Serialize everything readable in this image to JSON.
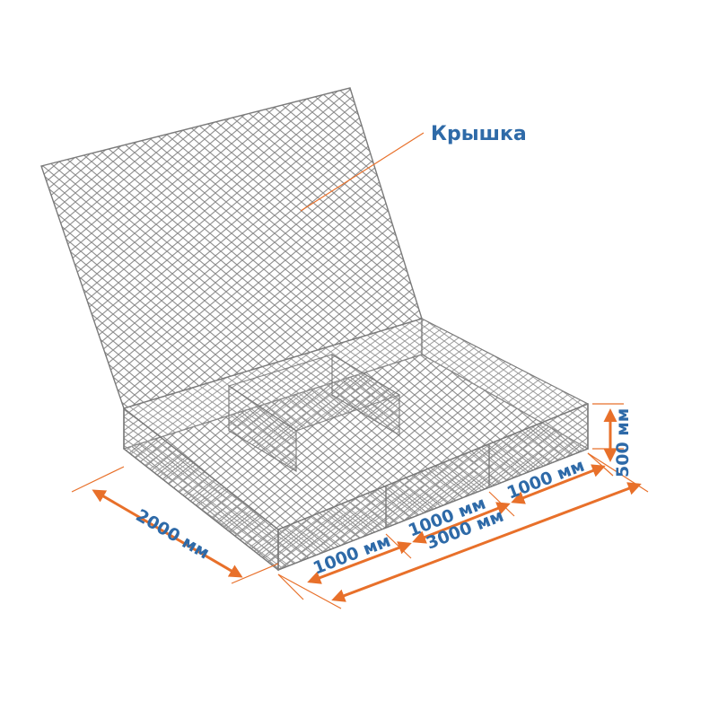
{
  "lid_label": "Крышка",
  "dimensions": {
    "depth": "2000 мм",
    "section_1": "1000 мм",
    "section_2": "1000 мм",
    "section_3": "1000 мм",
    "total_length": "3000 мм",
    "height": "500 мм"
  },
  "colors": {
    "label": "#2e6aa8",
    "dimension_arrow": "#e8702a",
    "mesh": "#8c8c8c",
    "leader_line": "#e8702a"
  }
}
